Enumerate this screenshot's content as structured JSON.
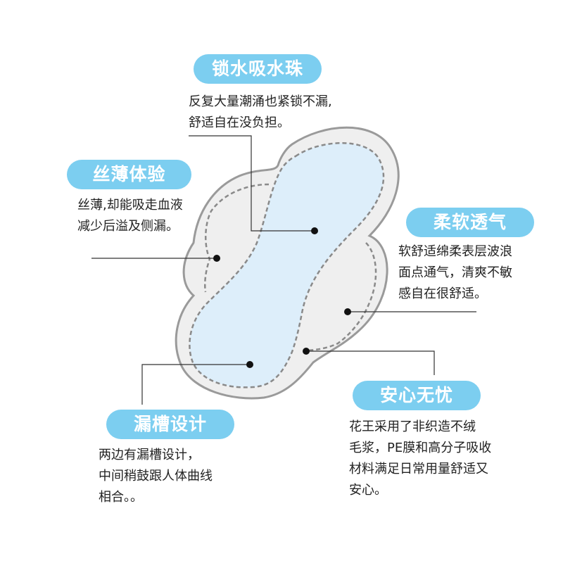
{
  "colors": {
    "pill_bg": "#7ccef0",
    "pad_fill": "#ddeefa",
    "pad_border": "#efefef",
    "pad_outline": "#9a9a9a",
    "stitch": "#8a8a8a"
  },
  "features": [
    {
      "title": "锁水吸水珠",
      "lines": [
        "反复大量潮涌也紧锁不漏,",
        "舒适自在没负担。"
      ]
    },
    {
      "title": "丝薄体验",
      "lines": [
        "丝薄,却能吸走血液",
        "减少后溢及侧漏。"
      ]
    },
    {
      "title": "柔软透气",
      "lines": [
        "软舒适绵柔表层波浪",
        "面点通气，清爽不敏",
        "感自在很舒适。"
      ]
    },
    {
      "title": "漏槽设计",
      "lines": [
        "两边有漏槽设计，",
        "中间稍鼓跟人体曲线",
        "相合。。"
      ]
    },
    {
      "title": "安心无忧",
      "lines": [
        "花王采用了非织造不绒",
        "毛浆，PE膜和高分子吸收",
        "材料满足日常用量舒适又",
        "安心。"
      ]
    }
  ]
}
